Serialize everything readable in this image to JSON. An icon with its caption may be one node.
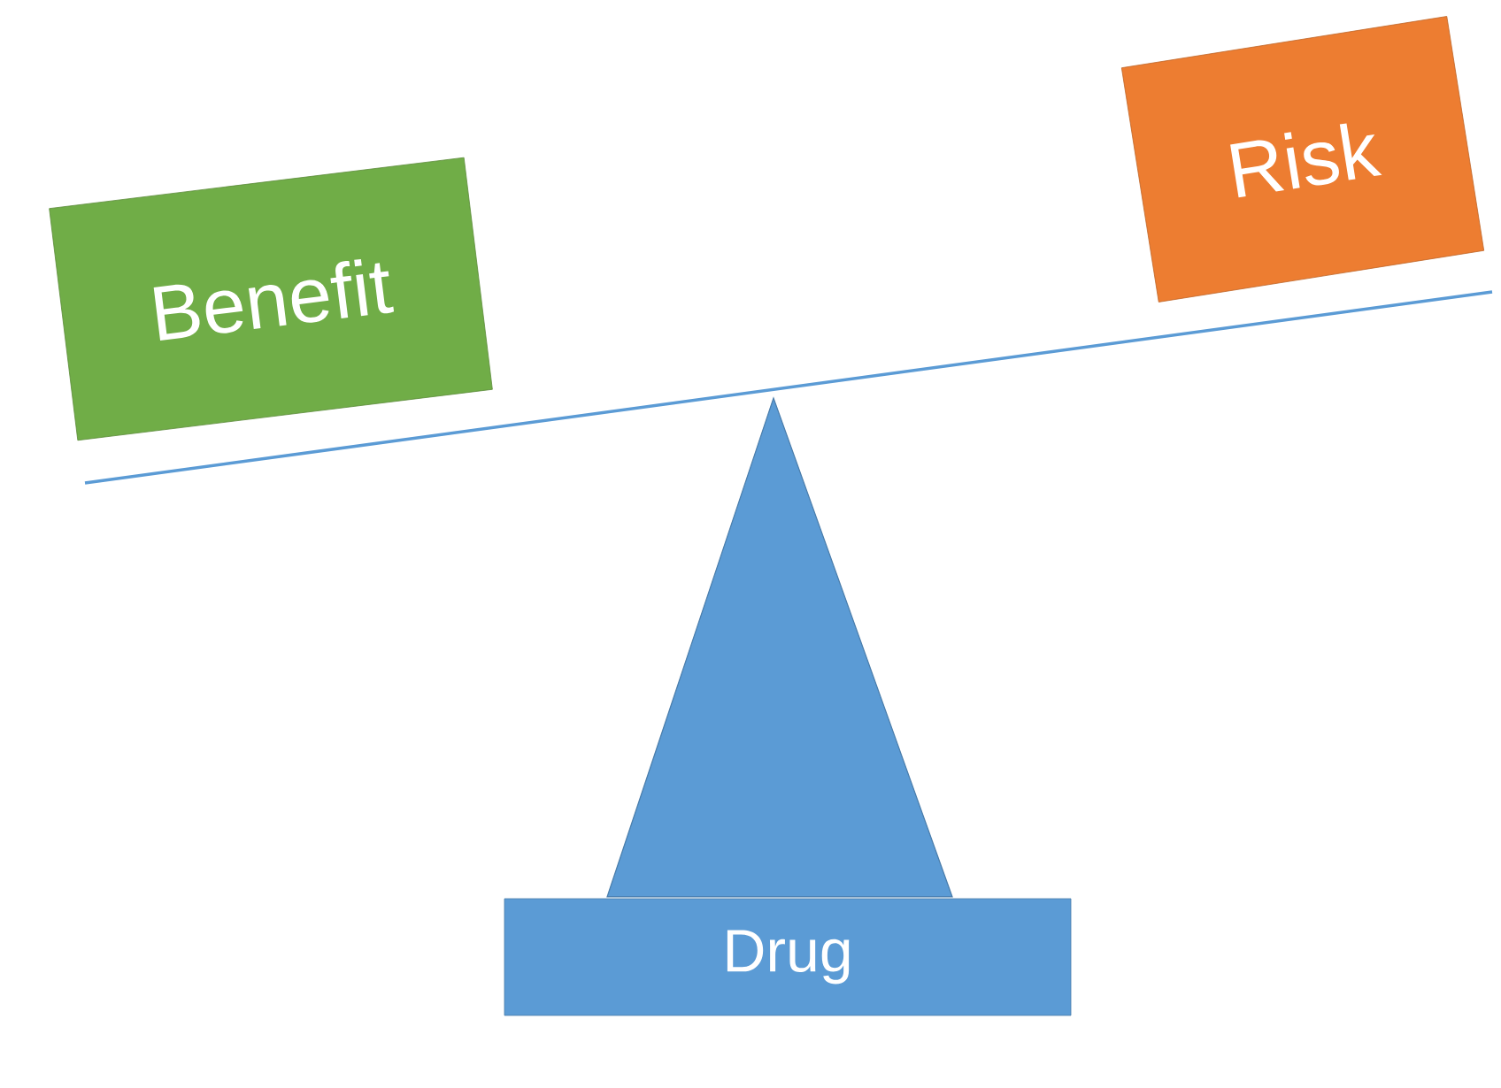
{
  "diagram": {
    "nodes": [
      {
        "text": [
          "Benefit"
        ]
      },
      {
        "text": [
          "Risk"
        ]
      },
      {
        "text": [
          "Drug"
        ]
      }
    ]
  }
}
